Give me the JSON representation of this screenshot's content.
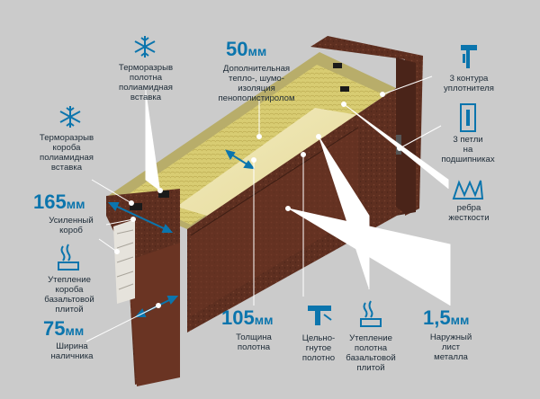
{
  "colors": {
    "accent": "#0b75ad",
    "text": "#1c2a36",
    "leader": "#ffffff",
    "background": "#cbcbcb"
  },
  "icons": [
    "snowflake-icon",
    "profile-icon",
    "hinge-icon",
    "rib-icon",
    "heat-plate-icon",
    "bent-sheet-icon"
  ],
  "labels": {
    "thermal_break_leaf": [
      "Терморазрыв",
      "полотна",
      "полиамидная",
      "вставка"
    ],
    "thickness_50": {
      "value": "50",
      "unit": "мм"
    },
    "insulation_foam": [
      "Дополнительная",
      "тепло-, шумо-",
      "изоляция",
      "пенополистиролом"
    ],
    "seal_contours": [
      "3 контура",
      "уплотнителя"
    ],
    "thermal_break_frame": [
      "Терморазрыв",
      "короба",
      "полиамидная",
      "вставка"
    ],
    "hinges": [
      "3 петли",
      "на",
      "подшипниках"
    ],
    "frame_165": {
      "value": "165",
      "unit": "мм"
    },
    "reinforced_frame": [
      "Усиленный",
      "короб"
    ],
    "stiffening_ribs": [
      "ребра",
      "жесткости"
    ],
    "frame_insulation": [
      "Утепление",
      "короба",
      "базальтовой",
      "плитой"
    ],
    "casing_75": {
      "value": "75",
      "unit": "мм"
    },
    "casing_width": [
      "Ширина",
      "наличника"
    ],
    "leaf_105": {
      "value": "105",
      "unit": "мм"
    },
    "leaf_thickness": [
      "Толщина",
      "полотна"
    ],
    "bent_leaf": [
      "Цельно-",
      "гнутое",
      "полотно"
    ],
    "leaf_insulation": [
      "Утепление",
      "полотна",
      "базальтовой",
      "плитой"
    ],
    "sheet_15": {
      "value": "1,5",
      "unit": "мм"
    },
    "outer_sheet": [
      "Наружный",
      "лист",
      "металла"
    ]
  }
}
